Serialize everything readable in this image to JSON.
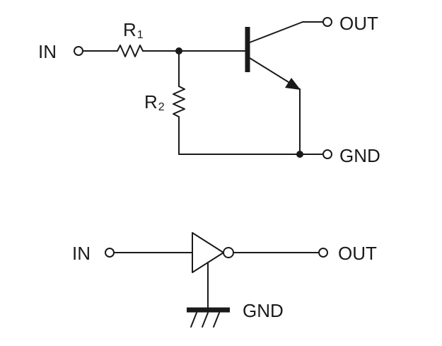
{
  "top_circuit": {
    "in_label": "IN",
    "out_label": "OUT",
    "gnd_label": "GND",
    "r1": {
      "letter": "R",
      "index": "1"
    },
    "r2": {
      "letter": "R",
      "index": "2"
    }
  },
  "bottom_circuit": {
    "in_label": "IN",
    "out_label": "OUT",
    "gnd_label": "GND"
  }
}
